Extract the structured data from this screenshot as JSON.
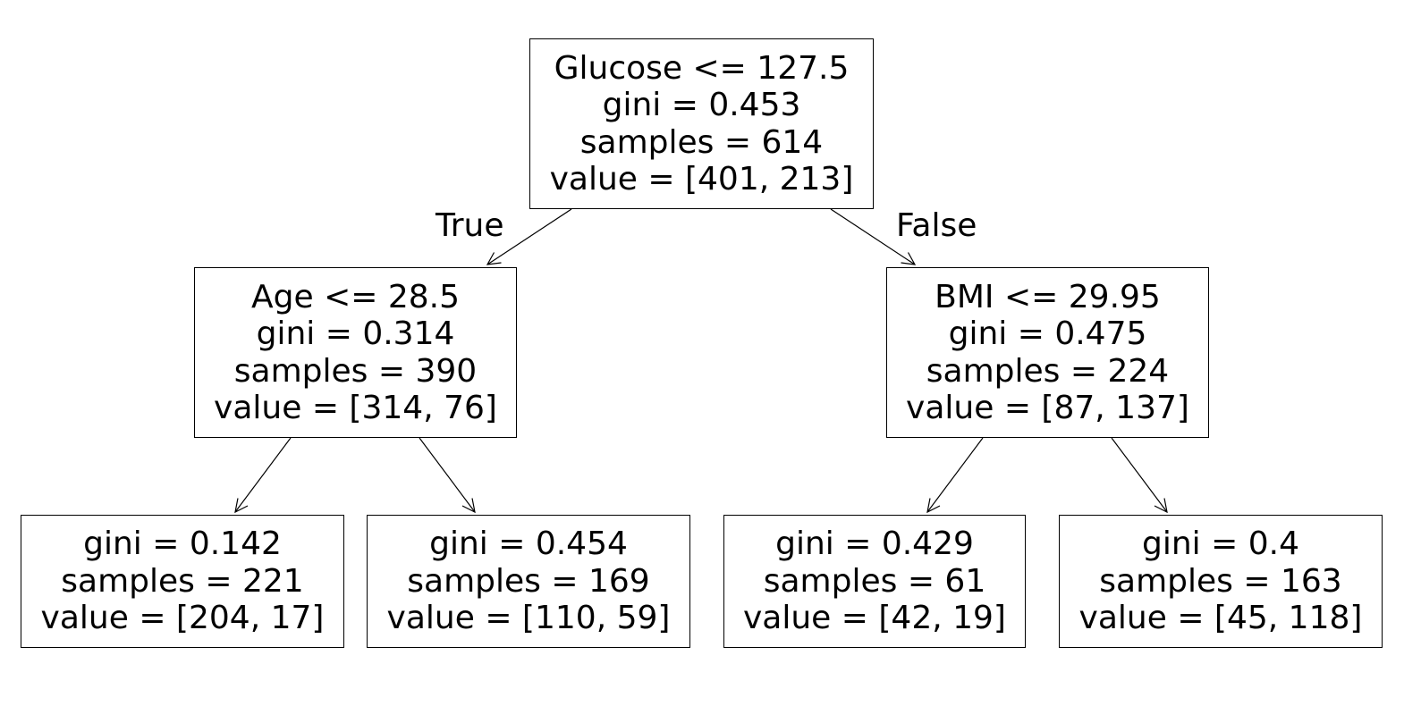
{
  "tree": {
    "nodes": [
      {
        "id": "node-0",
        "condition": "Glucose <= 127.5",
        "gini": "gini = 0.453",
        "samples": "samples = 614",
        "value": "value = [401, 213]"
      },
      {
        "id": "node-1",
        "condition": "Age <= 28.5",
        "gini": "gini = 0.314",
        "samples": "samples = 390",
        "value": "value = [314, 76]"
      },
      {
        "id": "node-2",
        "gini": "gini = 0.142",
        "samples": "samples = 221",
        "value": "value = [204, 17]"
      },
      {
        "id": "node-3",
        "gini": "gini = 0.454",
        "samples": "samples = 169",
        "value": "value = [110, 59]"
      },
      {
        "id": "node-4",
        "condition": "BMI <= 29.95",
        "gini": "gini = 0.475",
        "samples": "samples = 224",
        "value": "value = [87, 137]"
      },
      {
        "id": "node-5",
        "gini": "gini = 0.429",
        "samples": "samples = 61",
        "value": "value = [42, 19]"
      },
      {
        "id": "node-6",
        "gini": "gini = 0.4",
        "samples": "samples = 163",
        "value": "value = [45, 118]"
      }
    ],
    "edges": [
      {
        "from": "node-0",
        "to": "node-1"
      },
      {
        "from": "node-0",
        "to": "node-4"
      },
      {
        "from": "node-1",
        "to": "node-2"
      },
      {
        "from": "node-1",
        "to": "node-3"
      },
      {
        "from": "node-4",
        "to": "node-5"
      },
      {
        "from": "node-4",
        "to": "node-6"
      }
    ],
    "branch_labels": {
      "true": "True",
      "false": "False"
    }
  }
}
